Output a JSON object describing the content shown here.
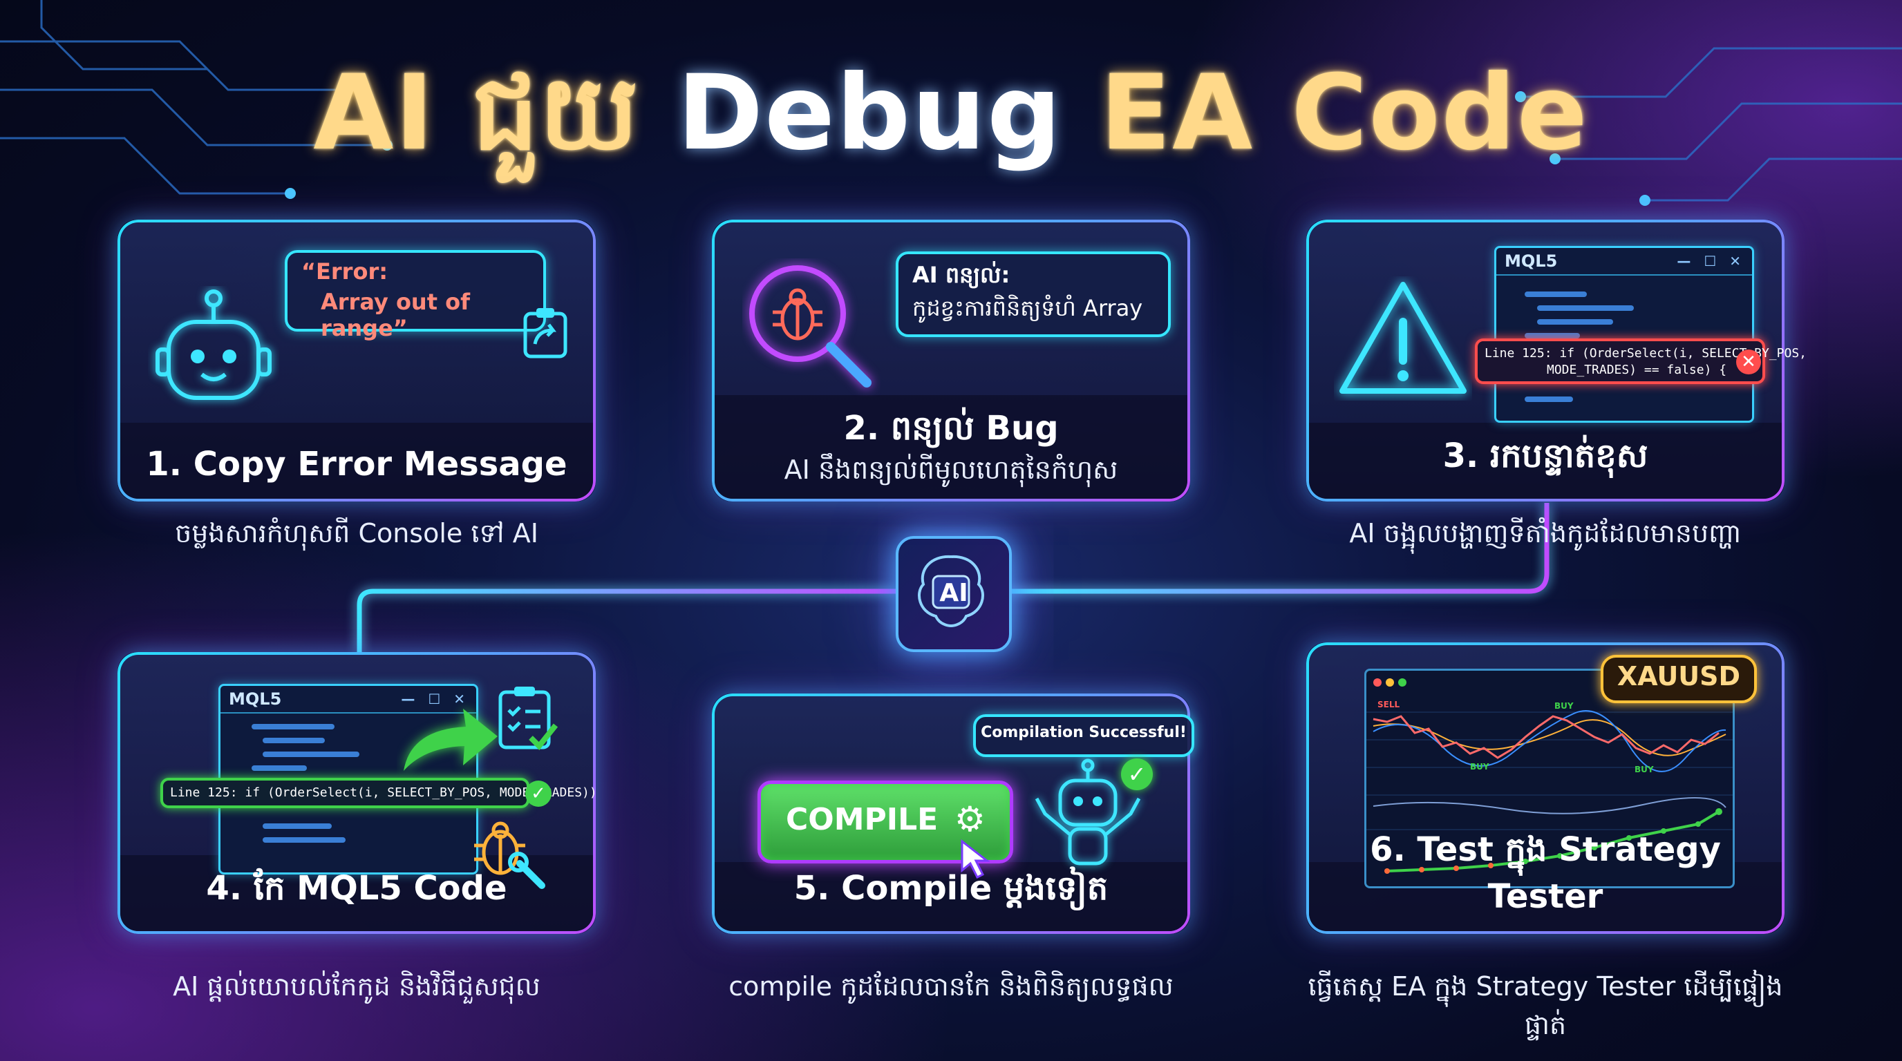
{
  "title": {
    "part1": "AI ជួយ ",
    "part2": "Debug ",
    "part3": "EA Code"
  },
  "colors": {
    "cyan": "#28e0ff",
    "purple": "#c24bff",
    "gold": "#ffd98a",
    "green": "#3fd24a",
    "red": "#ff4d4d"
  },
  "hub": {
    "label": "AI",
    "icon": "brain-chip-icon"
  },
  "steps": [
    {
      "label": "1. Copy Error Message",
      "caption": "ចម្លងសារកំហុសពី Console ទៅ AI",
      "bubble": {
        "line1": "“Error:",
        "line2": "Array out of range”"
      },
      "icon": "robot-icon"
    },
    {
      "label": "2. ពន្យល់ Bug",
      "sub": "AI នឹងពន្យល់ពីមូលហេតុនៃកំហុស",
      "bubble": {
        "line1": "AI ពន្យល់:",
        "line2": "កូដខ្វះការពិនិត្យទំហំ Array"
      },
      "icon": "bug-magnifier-icon"
    },
    {
      "label": "3. រកបន្ទាត់ខុស",
      "caption": "AI ចង្អុលបង្ហាញទីតាំងកូដដែលមានបញ្ហា",
      "window_title": "MQL5",
      "error_line": {
        "line1": "Line 125: if (OrderSelect(i, SELECT_BY_POS,",
        "line2": "MODE_TRADES) == false) {"
      },
      "icon": "warning-icon"
    },
    {
      "label": "4. កែ MQL5 Code",
      "caption": "AI ផ្តល់យោបល់កែកូដ និងវិធីជួសជុល",
      "window_title": "MQL5",
      "fixed_line": "Line 125: if (OrderSelect(i, SELECT_BY_POS, MODE_TRADES))",
      "icon": "checklist-icon"
    },
    {
      "label": "5. Compile ម្តងទៀត",
      "caption": "compile កូដដែលបានកែ និងពិនិត្យលទ្ធផល",
      "button": "COMPILE",
      "bubble": "Compilation Successful!",
      "icon": "robot-success-icon"
    },
    {
      "label": "6. Test ក្នុង Strategy Tester",
      "caption": "ធ្វើតេស្ត EA ក្នុង Strategy Tester ដើម្បីផ្ទៀងផ្ទាត់",
      "badge": "XAUUSD",
      "chart_labels": {
        "buy1": "BUY",
        "sell1": "SELL",
        "buy2": "BUY",
        "buy3": "BUY"
      }
    }
  ]
}
